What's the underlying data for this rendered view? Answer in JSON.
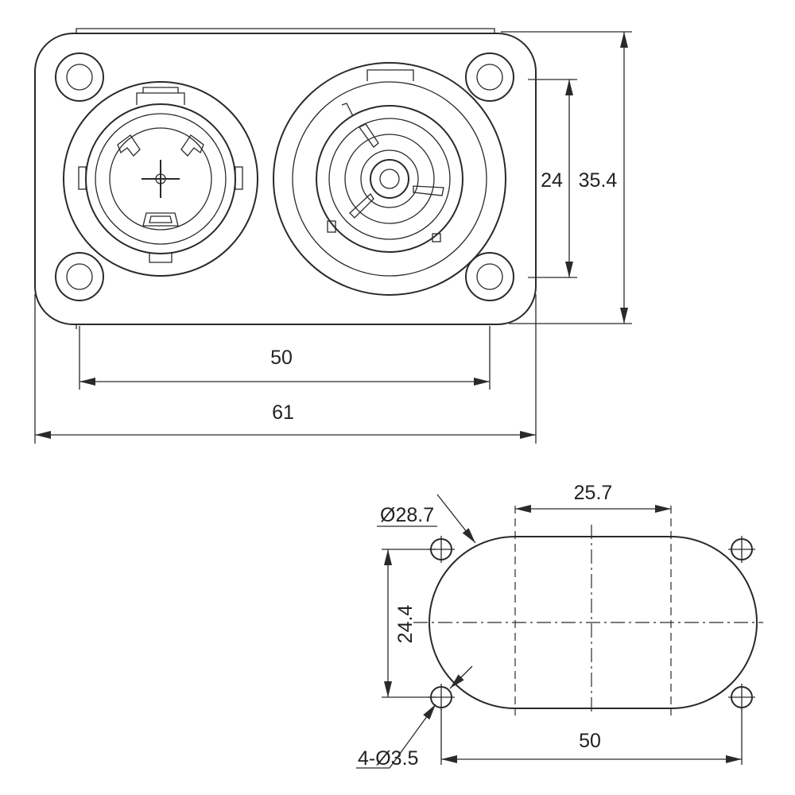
{
  "front_view": {
    "width_total": "61",
    "hole_spacing_horizontal": "50",
    "hole_spacing_vertical": "24",
    "height_total": "35.4"
  },
  "cutout_view": {
    "slot_width": "25.7",
    "slot_height": "24.4",
    "hole_spacing": "50",
    "end_diameter": "Ø28.7",
    "mounting_holes": "4-Ø3.5"
  }
}
